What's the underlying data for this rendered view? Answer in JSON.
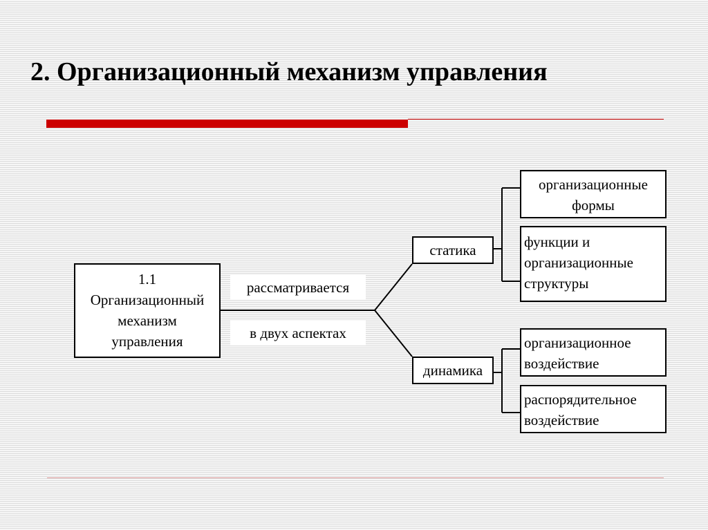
{
  "title": "2. Организационный механизм управления",
  "root": {
    "lines": [
      "1.1",
      "Организационный",
      "механизм",
      "управления"
    ]
  },
  "connector_labels": {
    "top": "рассматривается",
    "bottom": "в двух аспектах"
  },
  "branches": {
    "statics": {
      "label": "статика",
      "children": [
        {
          "lines": [
            "организационные",
            "формы"
          ]
        },
        {
          "lines": [
            "функции и",
            "организационные",
            "структуры"
          ]
        }
      ]
    },
    "dynamics": {
      "label": "динамика",
      "children": [
        {
          "lines": [
            "организационное",
            "воздействие"
          ]
        },
        {
          "lines": [
            "распорядительное",
            "воздействие"
          ]
        }
      ]
    }
  },
  "colors": {
    "accent": "#cc0000"
  }
}
